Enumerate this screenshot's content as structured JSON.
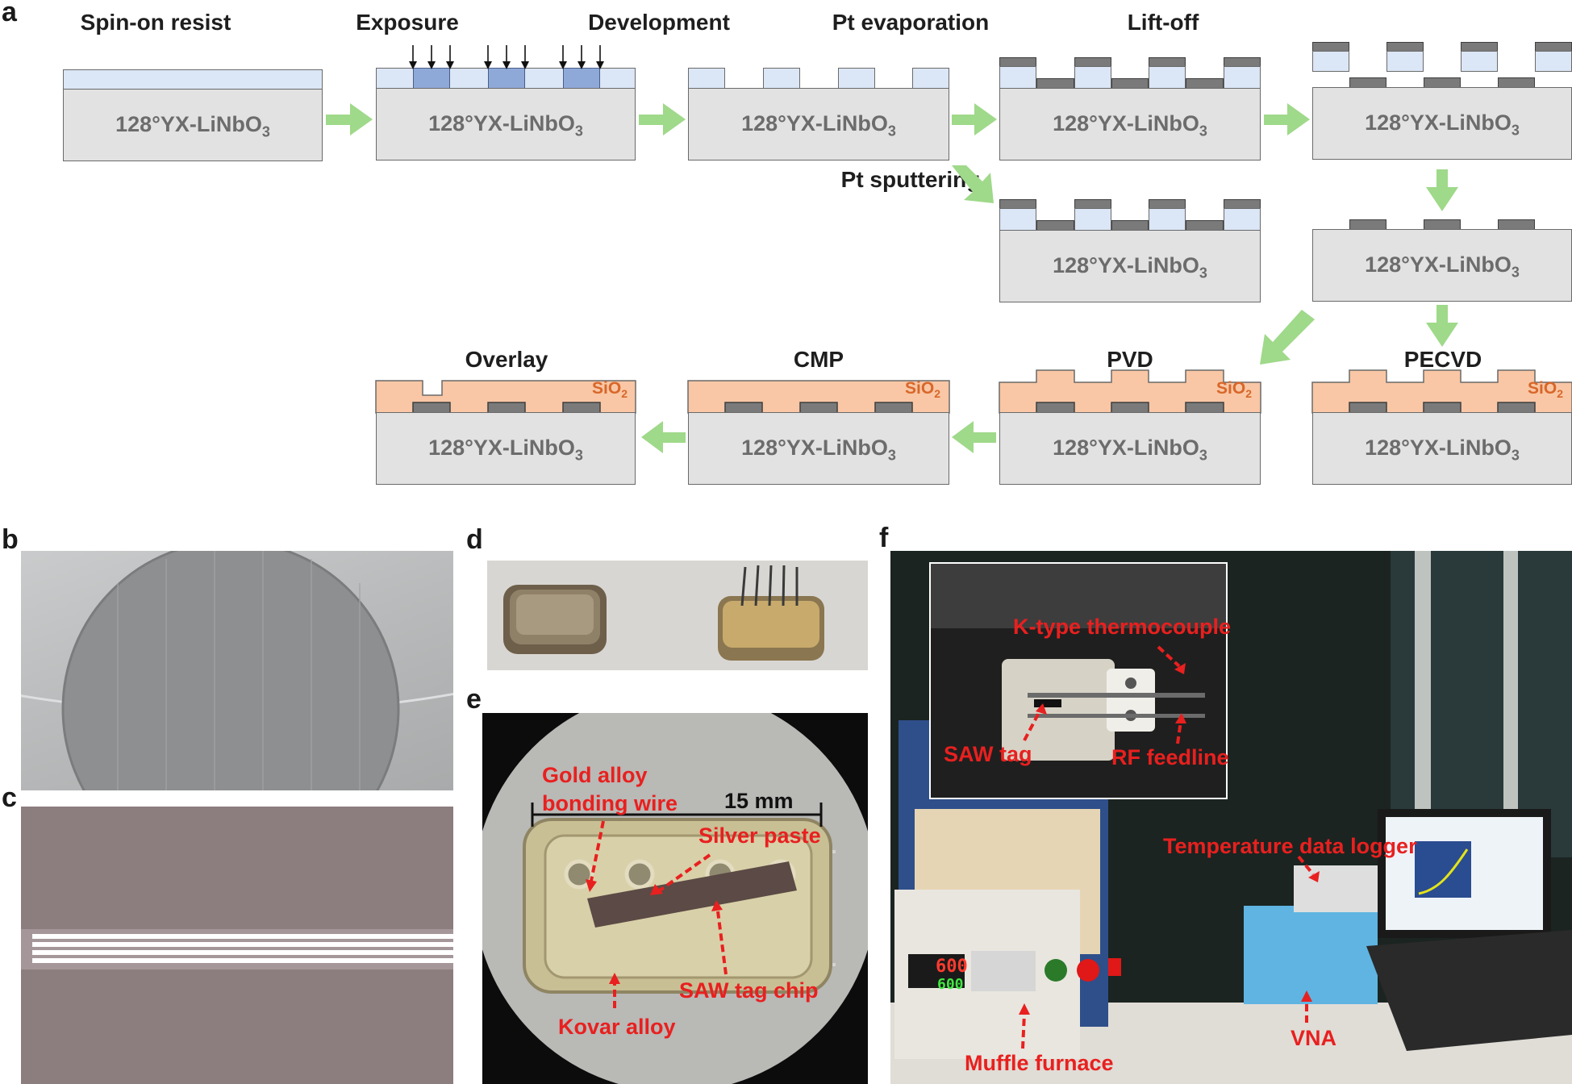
{
  "panels": {
    "a": "a",
    "b": "b",
    "c": "c",
    "d": "d",
    "e": "e",
    "f": "f"
  },
  "steps": {
    "spin": "Spin-on resist",
    "exposure": "Exposure",
    "development": "Development",
    "pt_evap": "Pt evaporation",
    "liftoff": "Lift-off",
    "pt_sputter": "Pt sputtering",
    "overlay": "Overlay",
    "cmp": "CMP",
    "pvd": "PVD",
    "pecvd": "PECVD"
  },
  "substrate": {
    "main": "128°YX-LiNbO",
    "subscript": "3"
  },
  "sio2": {
    "main": "SiO",
    "subscript": "2"
  },
  "panel_e": {
    "bonding_wire": "Gold alloy\nbonding wire",
    "bonding_wire_1": "Gold alloy",
    "bonding_wire_2": "bonding wire",
    "scale": "15 mm",
    "silver": "Silver paste",
    "saw_chip": "SAW tag chip",
    "kovar": "Kovar alloy"
  },
  "panel_f": {
    "thermocouple": "K-type thermocouple",
    "saw_tag": "SAW tag",
    "rf": "RF feedline",
    "logger": "Temperature data logger",
    "furnace": "Muffle furnace",
    "vna": "VNA",
    "readout_1": "600",
    "readout_2": "600"
  },
  "colors": {
    "arrow": "#9fd98a",
    "resist": "#dbe6f6",
    "exposed": "#8ea9d8",
    "platinum": "#7a7a7a",
    "sio2": "#f9c7a5",
    "substrate": "#e2e2e2",
    "label_red": "#e8201f"
  }
}
